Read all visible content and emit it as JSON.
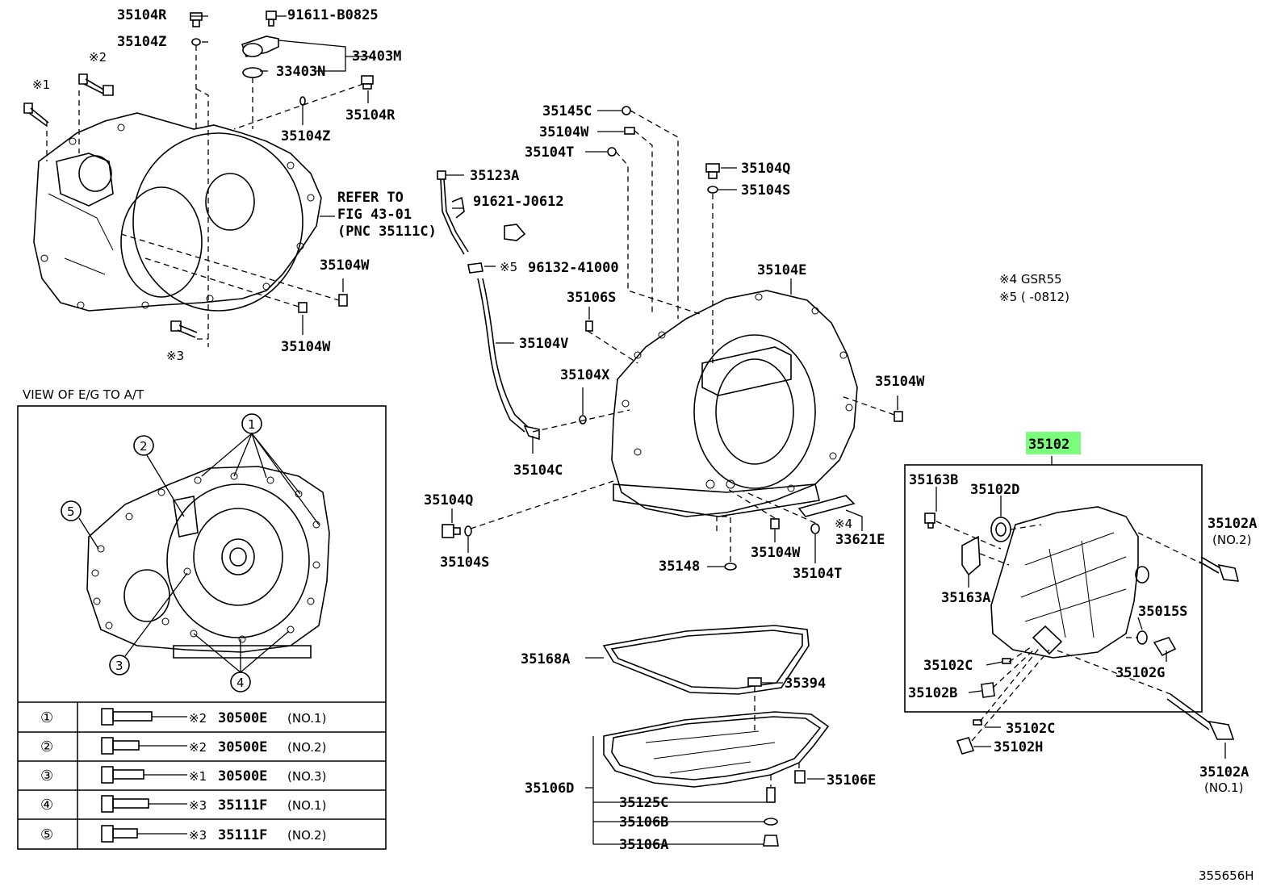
{
  "labels": {
    "p35104R_top": "35104R",
    "p91611": "91611-B0825",
    "p35104Z_top": "35104Z",
    "p33403M": "33403M",
    "p33403N": "33403N",
    "mark2": "※2",
    "mark1": "※1",
    "p35104R_mid": "35104R",
    "p35104Z_mid": "35104Z",
    "refer1": "REFER TO",
    "refer2": "FIG 43-01",
    "refer3": "(PNC 35111C)",
    "p35104W_a": "35104W",
    "p35104W_b": "35104W",
    "mark3": "※3",
    "p35145C": "35145C",
    "p35104W_c": "35104W",
    "p35104T_a": "35104T",
    "p35123A": "35123A",
    "p91621": "91621-J0612",
    "p96132_mark": "※5",
    "p96132": "96132-41000",
    "p35104Q_a": "35104Q",
    "p35104S_a": "35104S",
    "p35104E": "35104E",
    "p35106S": "35106S",
    "p35104V": "35104V",
    "p35104X": "35104X",
    "p35104W_d": "35104W",
    "p35104C": "35104C",
    "p35104Q_b": "35104Q",
    "p35104S_b": "35104S",
    "p35148": "35148",
    "p35104W_e": "35104W",
    "p35104T_b": "35104T",
    "mark4": "※4",
    "p33621E": "33621E",
    "note4": "※4  GSR55",
    "note5": "※5 (      -0812)",
    "p35102": "35102",
    "p35163B": "35163B",
    "p35102D": "35102D",
    "p35102A_a": "35102A",
    "p35102A_a_no": "(NO.2)",
    "p35163A": "35163A",
    "p35015S": "35015S",
    "p35102C_a": "35102C",
    "p35102G": "35102G",
    "p35102B": "35102B",
    "p35102C_b": "35102C",
    "p35102H": "35102H",
    "p35102A_b": "35102A",
    "p35102A_b_no": "(NO.1)",
    "p35168A": "35168A",
    "p35394": "35394",
    "p35106D": "35106D",
    "p35106E": "35106E",
    "p35125C": "35125C",
    "p35106B": "35106B",
    "p35106A": "35106A",
    "view_title": "VIEW OF E/G TO A/T",
    "c1": "1",
    "c2": "2",
    "c3": "3",
    "c4": "4",
    "c5": "5",
    "figure_id": "355656H"
  },
  "bolt_table": [
    {
      "num": "①",
      "mark": "※2",
      "part": "30500E",
      "variant": "(NO.1)"
    },
    {
      "num": "②",
      "mark": "※2",
      "part": "30500E",
      "variant": "(NO.2)"
    },
    {
      "num": "③",
      "mark": "※1",
      "part": "30500E",
      "variant": "(NO.3)"
    },
    {
      "num": "④",
      "mark": "※3",
      "part": "35111F",
      "variant": "(NO.1)"
    },
    {
      "num": "⑤",
      "mark": "※3",
      "part": "35111F",
      "variant": "(NO.2)"
    }
  ],
  "colors": {
    "highlight": "#7CFC7C",
    "line": "#000000",
    "background": "#ffffff"
  }
}
